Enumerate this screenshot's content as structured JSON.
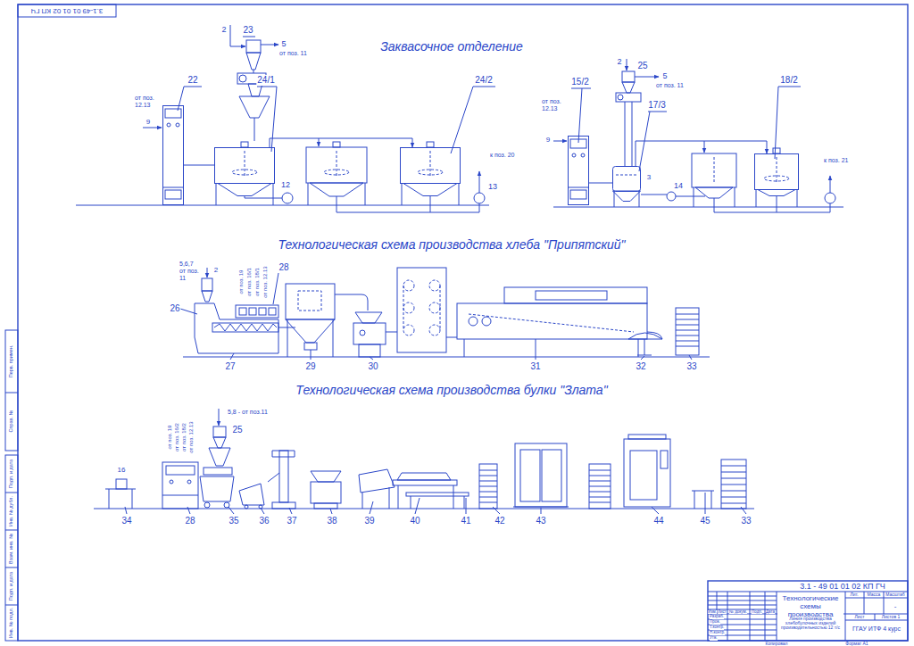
{
  "diagram": {
    "nodes": [
      {
        "text": [
          "22"
        ]
      },
      {
        "text": [
          "24/1"
        ]
      },
      {
        "text": [
          "24/2"
        ]
      },
      {
        "text": [
          "15/2"
        ]
      },
      {
        "text": [
          "17/3"
        ]
      },
      {
        "text": [
          "18/2"
        ]
      }
    ],
    "edges": [
      {
        "from": 0,
        "to": 1,
        "arrow": "none"
      },
      {
        "from": 1,
        "to": 2,
        "arrow": "to"
      },
      {
        "from": 3,
        "to": 4,
        "arrow": "none"
      },
      {
        "from": 4,
        "to": 5,
        "arrow": "to"
      }
    ],
    "labels": [
      "3.1-49 01 01 02 КП ГЧ",
      "Заквасочное отделение",
      "2",
      "23",
      "5",
      "от поз. 11",
      "от поз. 12.13",
      "9",
      "12",
      "к поз. 20",
      "13",
      "2",
      "25",
      "5",
      "от поз. 11",
      "от поз. 12.13",
      "9",
      "3",
      "14",
      "к поз. 21",
      "Технологическая схема производства хлеба \"Припятский\"",
      "5,6,7 от поз. 11",
      "2",
      "26",
      "28",
      "от поз. 19",
      "от поз. 16/1",
      "от поз. 18/1",
      "от поз. 12.13",
      "27",
      "29",
      "30",
      "31",
      "32",
      "33",
      "Технологическая схема производства булки \"Злата\"",
      "25",
      "5,8 - от поз.11",
      "от поз. 19",
      "от поз. 16/2",
      "от поз. 18/2",
      "от поз. 12.13",
      "16",
      "34",
      "28",
      "35",
      "36",
      "37",
      "38",
      "39",
      "40",
      "41",
      "42",
      "43",
      "44",
      "45",
      "33",
      "3.1 - 49 01 01 02 КП ГЧ",
      "Технологические схемы производства",
      "Линия производства хлебобулочных изделий производительностью 12 т/с",
      "Лит.",
      "Масса",
      "Масштаб",
      "-",
      "Лист",
      "Листов 1",
      "ГГАУ ИТФ 4 курс",
      "Изм.",
      "Лист",
      "№ докум.",
      "Подп.",
      "Дата",
      "Разраб.",
      "Пров.",
      "Т.контр.",
      "Н.контр.",
      "Утв.",
      "Копировал",
      "Формат А1",
      "Перв. примен.",
      "Справ. №",
      "Подп. и дата",
      "Инв. № дубл.",
      "Взам. инв. №",
      "Подп. и дата",
      "Инв. № подл."
    ]
  }
}
